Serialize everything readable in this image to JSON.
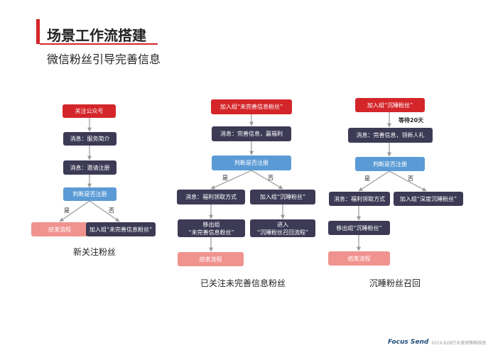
{
  "header": {
    "title": "场景工作流搭建",
    "subtitle": "微信粉丝引导完善信息"
  },
  "flow1": {
    "caption": "新关注粉丝",
    "n1": "关注公众号",
    "n2": "消息：服务简介",
    "n3": "消息：邀请注册",
    "n4": "判断是否注册",
    "yes": "是",
    "no": "否",
    "n5": "结束流程",
    "n6": "加入组“未完善信息粉丝”"
  },
  "flow2": {
    "caption": "已关注未完善信息粉丝",
    "n1": "加入组“未完善信息粉丝”",
    "n2": "消息：完善信息，赢福利",
    "n3": "判断是否注册",
    "yes": "是",
    "no": "否",
    "n4": "消息：福利领取方式",
    "n5": "加入组“沉睡粉丝”",
    "n6": "移出组\n“未完善信息粉丝”",
    "n7": "进入\n“沉睡粉丝召回流程”",
    "n8": "结束流程"
  },
  "flow3": {
    "caption": "沉睡粉丝召回",
    "n1": "加入组“沉睡粉丝”",
    "wait": "等待20天",
    "n2": "消息：完善信息，领新人礼",
    "n3": "判断是否注册",
    "yes": "是",
    "no": "否",
    "n4": "消息：福利领取方式",
    "n5": "加入组“深度沉睡粉丝”",
    "n6": "移出组“沉睡粉丝”",
    "n7": "结束流程"
  },
  "footer": {
    "logo": "Focus Send",
    "text": "2019 B2B行业营销策略指南"
  },
  "colors": {
    "accent_red": "#d4262a",
    "navy": "#3c3a55",
    "blue": "#5b9bd5",
    "pink": "#f0938f"
  }
}
